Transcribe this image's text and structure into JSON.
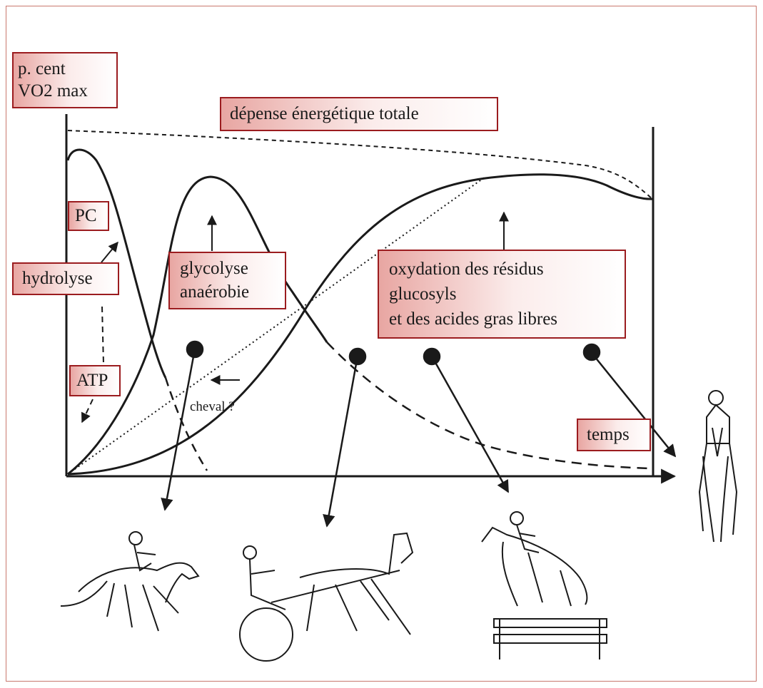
{
  "labels": {
    "y_axis": [
      "p. cent",
      "VO2 max"
    ],
    "total": "dépense énergétique totale",
    "pc": "PC",
    "hydrolyse": "hydrolyse",
    "atp": "ATP",
    "glycolyse": [
      "glycolyse",
      "anaérobie"
    ],
    "oxydation": [
      "oxydation des résidus",
      "glucosyls",
      "et des acides gras libres"
    ],
    "temps": "temps",
    "cheval": "cheval ?"
  },
  "colors": {
    "label_border": "#9b1c1f",
    "label_fill_start": "#e8a6a2",
    "frame": "#c9786e",
    "ink": "#1a1a1a"
  },
  "icons": [
    "racehorse-gallop-icon",
    "harness-trotter-icon",
    "show-jumper-icon",
    "endurance-rider-icon"
  ]
}
